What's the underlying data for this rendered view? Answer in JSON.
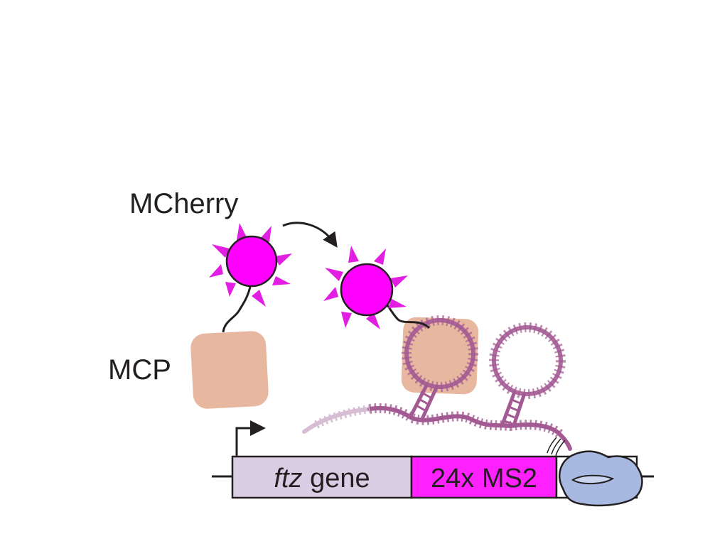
{
  "labels": {
    "mcherry": "MCherry",
    "mcp": "MCP",
    "gene_italic": "ftz",
    "gene_rest": " gene",
    "ms2": "24x MS2"
  },
  "colors": {
    "mcherry_fill": "#ff00ff",
    "mcherry_spike": "#e21ee2",
    "mcp_fill": "#e8b7a0",
    "rna_stem": "#a35a93",
    "rna_faded": "#d6bdd4",
    "gene_box": "#d9cde4",
    "ms2_box": "#ff22ff",
    "polymerase": "#a7b9e0",
    "outline": "#231f20"
  }
}
